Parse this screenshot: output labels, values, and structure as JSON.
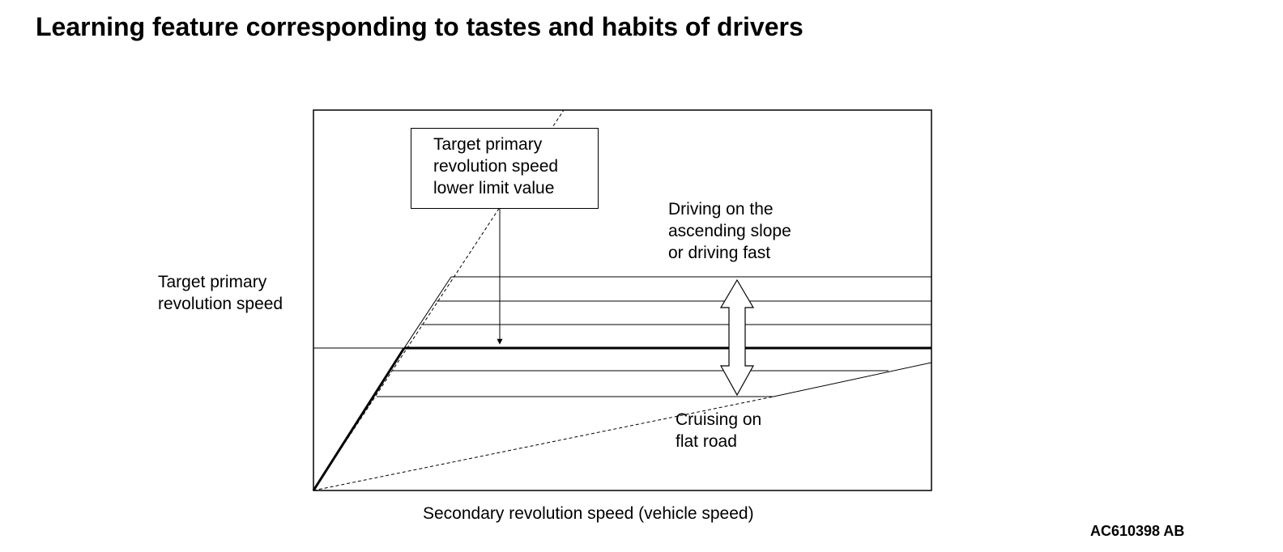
{
  "title": "Learning feature corresponding to tastes and habits of drivers",
  "y_axis_label": [
    "Target primary",
    "revolution speed"
  ],
  "x_axis_label": "Secondary revolution speed (vehicle speed)",
  "callout_label": [
    "Target primary",
    "revolution speed",
    "lower limit value"
  ],
  "upper_annotation": [
    "Driving on the",
    "ascending slope",
    "or driving fast"
  ],
  "lower_annotation": [
    "Cruising on",
    "flat road"
  ],
  "figure_id": "AC610398 AB"
}
